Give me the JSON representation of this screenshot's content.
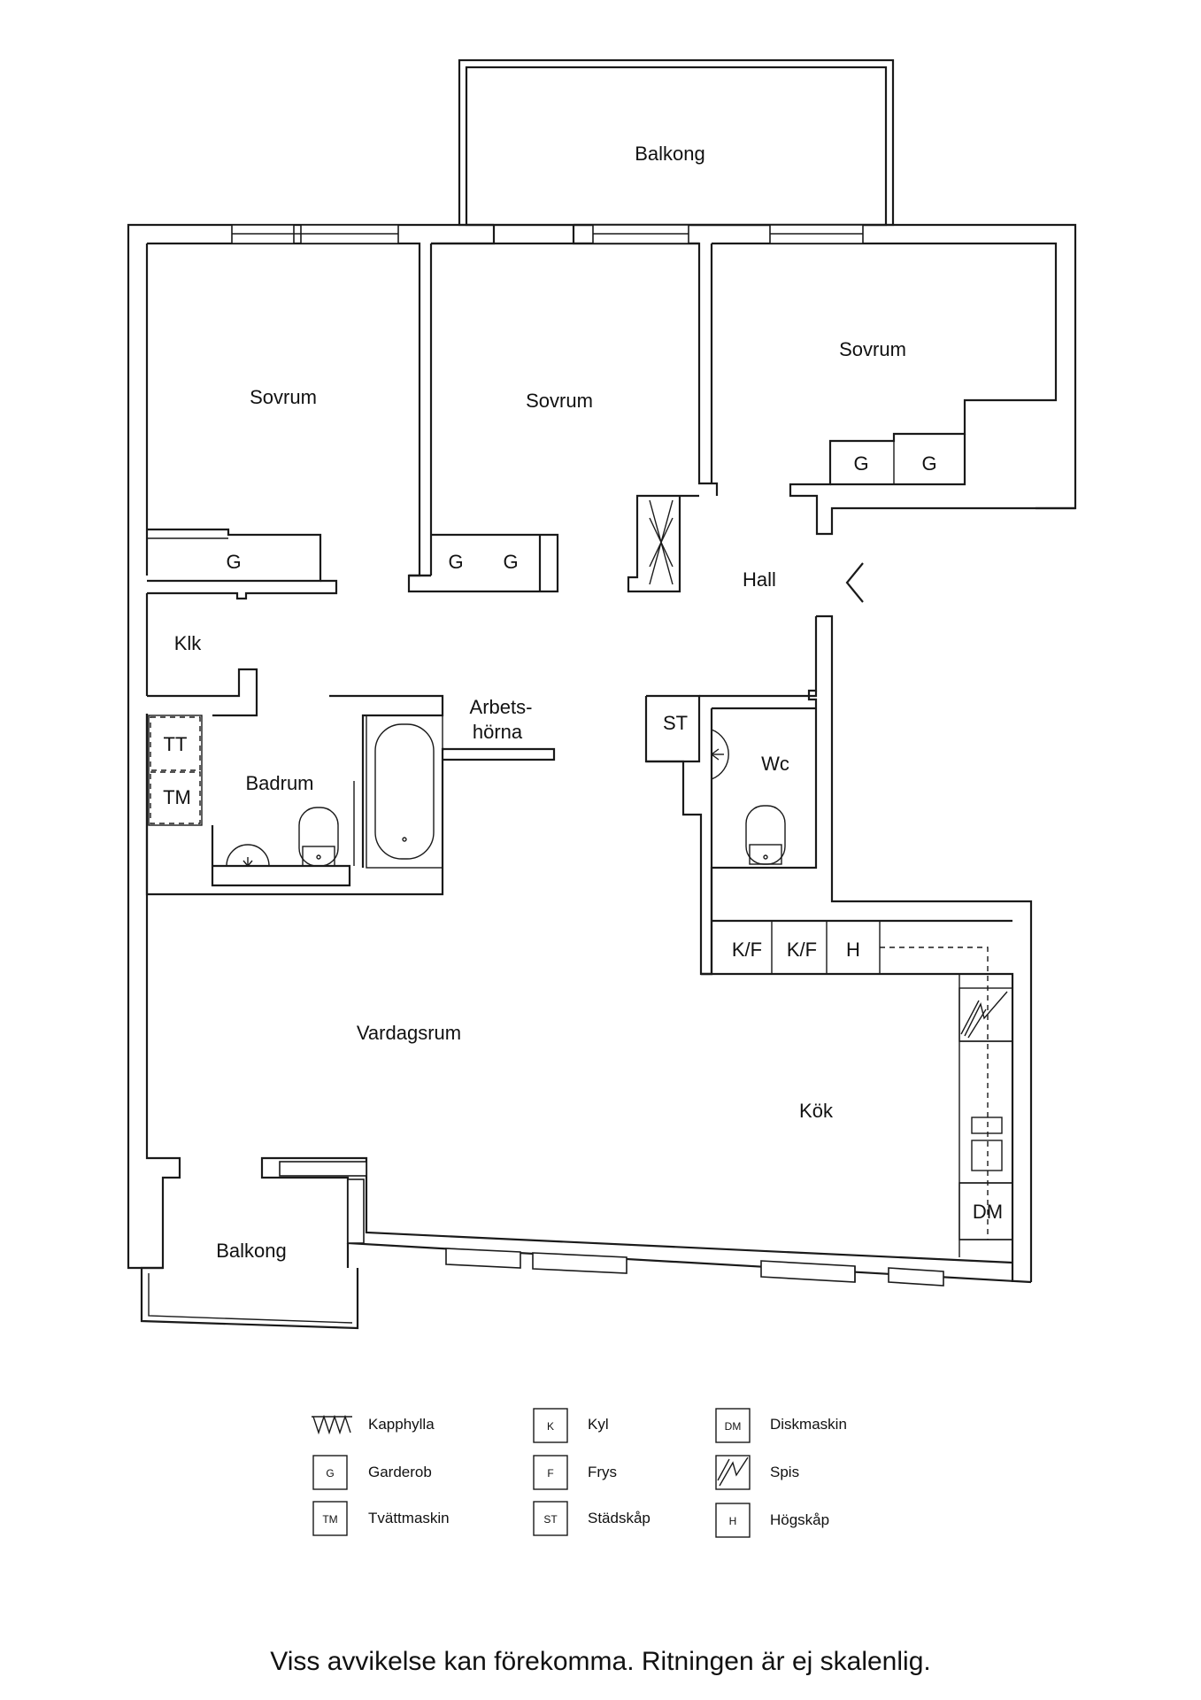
{
  "rooms": {
    "balkong_top": "Balkong",
    "sovrum_1": "Sovrum",
    "sovrum_2": "Sovrum",
    "sovrum_3": "Sovrum",
    "hall": "Hall",
    "klk": "Klk",
    "arbets_line1": "Arbets-",
    "arbets_line2": "hörna",
    "badrum": "Badrum",
    "wc": "Wc",
    "vardagsrum": "Vardagsrum",
    "kok": "Kök",
    "balkong_bottom": "Balkong"
  },
  "fixtures": {
    "g": "G",
    "tt": "TT",
    "tm": "TM",
    "st": "ST",
    "kf": "K/F",
    "h": "H",
    "dm": "DM"
  },
  "legend": [
    {
      "icon": "coat-rack-icon",
      "code": "",
      "label": "Kapphylla"
    },
    {
      "icon": "wardrobe-icon",
      "code": "G",
      "label": "Garderob"
    },
    {
      "icon": "washing-machine-icon",
      "code": "TM",
      "label": "Tvättmaskin"
    },
    {
      "icon": "fridge-icon",
      "code": "K",
      "label": "Kyl"
    },
    {
      "icon": "freezer-icon",
      "code": "F",
      "label": "Frys"
    },
    {
      "icon": "cleaning-cabinet-icon",
      "code": "ST",
      "label": "Städskåp"
    },
    {
      "icon": "dishwasher-icon",
      "code": "DM",
      "label": "Diskmaskin"
    },
    {
      "icon": "stove-icon",
      "code": "",
      "label": "Spis"
    },
    {
      "icon": "tall-cabinet-icon",
      "code": "H",
      "label": "Högskåp"
    }
  ],
  "disclaimer": "Viss avvikelse kan förekomma. Ritningen är ej skalenlig."
}
